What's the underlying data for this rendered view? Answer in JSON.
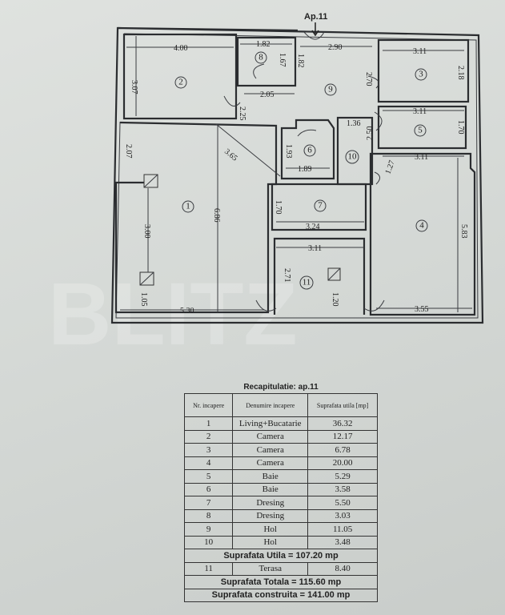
{
  "apartment_label": "Ap.11",
  "watermark": "BLITZ",
  "rooms": [
    "1",
    "2",
    "3",
    "4",
    "5",
    "6",
    "7",
    "8",
    "9",
    "10",
    "11"
  ],
  "dimensions": {
    "r2_width": "4.00",
    "r2_height": "3.07",
    "r8_width": "1.82",
    "r8_height": "1.67",
    "r8_side": "1.82",
    "r9_width": "2.90",
    "r9_height": "2.70",
    "hall_width": "2.05",
    "hall_height": "2.25",
    "r3_width": "3.11",
    "r3_height": "2.18",
    "r5_width": "3.11",
    "r5_height": "1.70",
    "r10_width": "1.36",
    "r10_height": "2.50",
    "r10_door": "1.27",
    "r4_width": "3.11",
    "r4_height": "5.83",
    "r4_bottom": "3.55",
    "r6_width": "1.89",
    "r6_height": "1.93",
    "r7_width": "3.24",
    "r7_height": "1.70",
    "r11_width": "3.11",
    "r11_height": "2.71",
    "r11_door": "1.20",
    "r1_diag": "3.65",
    "r1_height": "6.86",
    "r1_left_top": "2.07",
    "r1_left_mid": "3.00",
    "r1_left_bottom": "1.05",
    "r1_bottom": "5.30"
  },
  "table": {
    "title": "Recapitulatie: ap.11",
    "headers": [
      "Nr. incapere",
      "Denumire incapere",
      "Suprafata utila [mp]"
    ],
    "rows": [
      [
        "1",
        "Living+Bucatarie",
        "36.32"
      ],
      [
        "2",
        "Camera",
        "12.17"
      ],
      [
        "3",
        "Camera",
        "6.78"
      ],
      [
        "4",
        "Camera",
        "20.00"
      ],
      [
        "5",
        "Baie",
        "5.29"
      ],
      [
        "6",
        "Baie",
        "3.58"
      ],
      [
        "7",
        "Dresing",
        "5.50"
      ],
      [
        "8",
        "Dresing",
        "3.03"
      ],
      [
        "9",
        "Hol",
        "11.05"
      ],
      [
        "10",
        "Hol",
        "3.48"
      ]
    ],
    "suprafata_utila": "Suprafata Utila  =  107.20 mp",
    "terasa": [
      "11",
      "Terasa",
      "8.40"
    ],
    "suprafata_totala": "Suprafata Totala  =  115.60 mp",
    "suprafata_construita": "Suprafata  construita  =  141.00 mp"
  }
}
